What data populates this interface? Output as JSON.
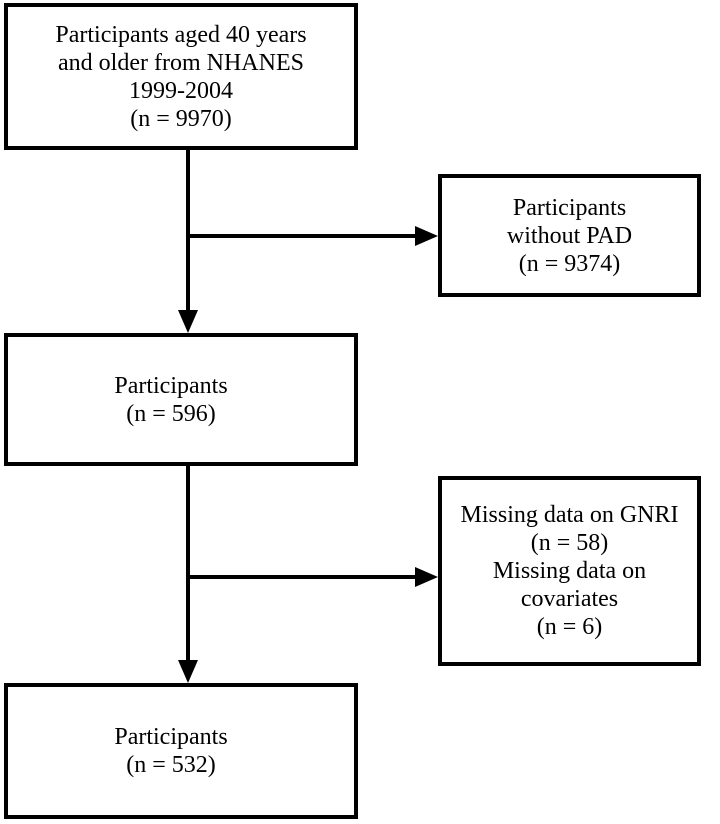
{
  "flowchart": {
    "start_box": {
      "lines": [
        "Participants aged 40 years",
        "and older from NHANES",
        "1999-2004",
        "(n = 9970)"
      ]
    },
    "exclusion_1": {
      "lines": [
        "Participants",
        "without PAD",
        "(n = 9374)"
      ]
    },
    "middle_box": {
      "lines": [
        "Participants",
        "(n = 596)"
      ]
    },
    "exclusion_2": {
      "lines": [
        "Missing data on GNRI",
        "(n = 58)",
        "Missing data on",
        "covariates",
        "(n = 6)"
      ]
    },
    "final_box": {
      "lines": [
        "Participants",
        "(n = 532)"
      ]
    },
    "line_color": "#000000",
    "box_fill": "#ffffff"
  }
}
